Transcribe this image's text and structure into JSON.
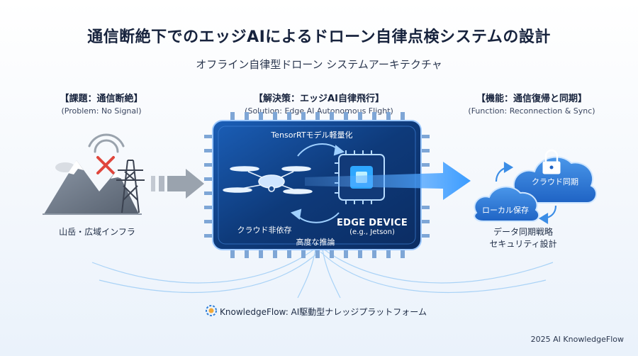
{
  "header": {
    "title": "通信断絶下でのエッジAIによるドローン自律点検システムの設計",
    "subtitle": "オフライン自律型ドローン システムアーキテクチャ"
  },
  "sections": {
    "problem": {
      "title": "【課題：通信断絶】",
      "sub": "(Problem: No Signal)",
      "label": "山岳・広域インフラ"
    },
    "solution": {
      "title": "【解決策：エッジAI自律飛行】",
      "sub": "(Solution: Edge AI Autonomous Flight)",
      "tensorrt": "TensorRTモデル軽量化",
      "cloud_indep": "クラウド非依存",
      "inference": "高度な推論",
      "edge_device": "EDGE DEVICE",
      "edge_device_sub": "(e.g., Jetson)"
    },
    "function": {
      "title": "【機能：通信復帰と同期】",
      "sub": "(Function: Reconnection & Sync)",
      "cloud_sync": "クラウド同期",
      "local_save": "ローカル保存",
      "label_line1": "データ同期戦略",
      "label_line2": "セキュリティ設計"
    }
  },
  "footer": {
    "brand": "KnowledgeFlow: AI駆動型ナレッジプラットフォーム",
    "copyright": "2025 AI KnowledgeFlow"
  },
  "colors": {
    "accent": "#1f6fd6",
    "chip_dark": "#0e3a7a",
    "cloud": "#2f7fd8",
    "error": "#e0463c"
  },
  "icons": [
    "no-signal-icon",
    "mountain-icon",
    "power-tower-icon",
    "arrow-right-icon",
    "drone-icon",
    "processor-icon",
    "cloud-icon",
    "lock-icon",
    "sync-arrows-icon",
    "brain-gear-icon"
  ]
}
